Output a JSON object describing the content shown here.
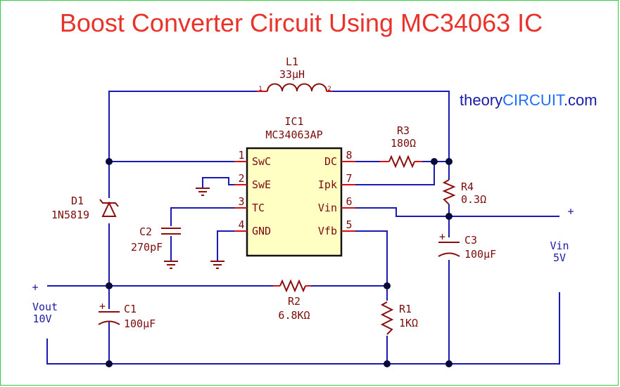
{
  "title": "Boost Converter Circuit Using MC34063 IC",
  "website": {
    "part1": "theory",
    "part2": "CIRCUIT",
    "part3": ".com",
    "color_dark": "#1a1aa6",
    "color_accent": "#1e6fff"
  },
  "ic": {
    "ref": "IC1",
    "part": "MC34063AP",
    "pins": [
      {
        "num": "1",
        "name": "SwC"
      },
      {
        "num": "2",
        "name": "SwE"
      },
      {
        "num": "3",
        "name": "TC"
      },
      {
        "num": "4",
        "name": "GND"
      },
      {
        "num": "8",
        "name": "DC"
      },
      {
        "num": "7",
        "name": "Ipk"
      },
      {
        "num": "6",
        "name": "Vin"
      },
      {
        "num": "5",
        "name": "Vfb"
      }
    ],
    "fill": "#ffffc4"
  },
  "components": {
    "L1": {
      "ref": "L1",
      "value": "33μH",
      "pin1": "1",
      "pin2": "2"
    },
    "R3": {
      "ref": "R3",
      "value": "180Ω"
    },
    "R4": {
      "ref": "R4",
      "value": "0.3Ω"
    },
    "D1": {
      "ref": "D1",
      "value": "1N5819"
    },
    "C2": {
      "ref": "C2",
      "value": "270pF"
    },
    "C3": {
      "ref": "C3",
      "value": "100μF"
    },
    "C1": {
      "ref": "C1",
      "value": "100μF"
    },
    "R2": {
      "ref": "R2",
      "value": "6.8KΩ"
    },
    "R1": {
      "ref": "R1",
      "value": "1KΩ"
    }
  },
  "terminals": {
    "vin": {
      "plus": "+",
      "label": "Vin",
      "value": "5V"
    },
    "vout": {
      "plus": "+",
      "label": "Vout",
      "value": "10V"
    }
  },
  "colors": {
    "wire": "#1a1ab0",
    "component": "#8b0e0e",
    "pin_line": "#d01010",
    "border": "#2ecc40",
    "title": "#e8322a"
  }
}
